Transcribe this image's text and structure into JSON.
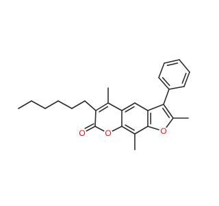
{
  "diagram": {
    "type": "skeletal-structure",
    "bond_color": "#2b2b2b",
    "heteroatom_color": "#ff0d0d",
    "atoms": [
      {
        "id": "c1",
        "element": "C"
      },
      {
        "id": "c2",
        "element": "C"
      },
      {
        "id": "c3",
        "element": "C"
      },
      {
        "id": "c4",
        "element": "C"
      },
      {
        "id": "c5",
        "element": "C"
      },
      {
        "id": "c6",
        "element": "C"
      },
      {
        "id": "c5me",
        "element": "C"
      },
      {
        "id": "c4a",
        "element": "C"
      },
      {
        "id": "c8a",
        "element": "C"
      },
      {
        "id": "c7",
        "element": "C"
      },
      {
        "id": "c8",
        "element": "C"
      },
      {
        "id": "c9",
        "element": "C"
      },
      {
        "id": "c9me",
        "element": "C"
      },
      {
        "id": "c10",
        "element": "C"
      },
      {
        "id": "c11",
        "element": "C"
      },
      {
        "id": "c12",
        "element": "C"
      },
      {
        "id": "c12me",
        "element": "C"
      },
      {
        "id": "o_ring1",
        "element": "O",
        "label": "O"
      },
      {
        "id": "o_carbonyl",
        "element": "O",
        "label": "O"
      },
      {
        "id": "o_furan",
        "element": "O",
        "label": "O"
      },
      {
        "id": "ph1",
        "element": "C"
      },
      {
        "id": "ph2",
        "element": "C"
      },
      {
        "id": "ph3",
        "element": "C"
      },
      {
        "id": "ph4",
        "element": "C"
      },
      {
        "id": "ph5",
        "element": "C"
      },
      {
        "id": "ph6",
        "element": "C"
      },
      {
        "id": "hx1",
        "element": "C"
      },
      {
        "id": "hx2",
        "element": "C"
      },
      {
        "id": "hx3",
        "element": "C"
      },
      {
        "id": "hx4",
        "element": "C"
      },
      {
        "id": "hx5",
        "element": "C"
      },
      {
        "id": "hx6",
        "element": "C"
      }
    ],
    "bonds": [
      {
        "a": "c2",
        "b": "c3",
        "order": 2
      },
      {
        "a": "c3",
        "b": "c4",
        "order": 1
      },
      {
        "a": "c4",
        "b": "o_ring1",
        "order": 1
      },
      {
        "a": "c4",
        "b": "o_carbonyl",
        "order": 2
      },
      {
        "a": "o_ring1",
        "b": "c8a",
        "order": 1
      },
      {
        "a": "c2",
        "b": "c4a",
        "order": 1
      },
      {
        "a": "c2",
        "b": "c5me",
        "order": 1
      },
      {
        "a": "c4a",
        "b": "c8a",
        "order": 1
      },
      {
        "a": "c4a",
        "b": "c5",
        "order": 2
      },
      {
        "a": "c5",
        "b": "c6",
        "order": 1
      },
      {
        "a": "c6",
        "b": "c7",
        "order": 2
      },
      {
        "a": "c7",
        "b": "c8",
        "order": 1
      },
      {
        "a": "c8",
        "b": "c8a",
        "order": 2
      },
      {
        "a": "c8",
        "b": "c9me",
        "order": 1
      },
      {
        "a": "c7",
        "b": "o_furan",
        "order": 1
      },
      {
        "a": "o_furan",
        "b": "c11",
        "order": 1
      },
      {
        "a": "c11",
        "b": "c10",
        "order": 2
      },
      {
        "a": "c10",
        "b": "c6",
        "order": 1
      },
      {
        "a": "c11",
        "b": "c12me",
        "order": 1
      },
      {
        "a": "c10",
        "b": "ph1",
        "order": 1
      },
      {
        "a": "ph1",
        "b": "ph2",
        "order": 2
      },
      {
        "a": "ph2",
        "b": "ph3",
        "order": 1
      },
      {
        "a": "ph3",
        "b": "ph4",
        "order": 2
      },
      {
        "a": "ph4",
        "b": "ph5",
        "order": 1
      },
      {
        "a": "ph5",
        "b": "ph6",
        "order": 2
      },
      {
        "a": "ph6",
        "b": "ph1",
        "order": 1
      },
      {
        "a": "c3",
        "b": "hx1",
        "order": 1
      },
      {
        "a": "hx1",
        "b": "hx2",
        "order": 1
      },
      {
        "a": "hx2",
        "b": "hx3",
        "order": 1
      },
      {
        "a": "hx3",
        "b": "hx4",
        "order": 1
      },
      {
        "a": "hx4",
        "b": "hx5",
        "order": 1
      },
      {
        "a": "hx5",
        "b": "hx6",
        "order": 1
      }
    ]
  }
}
